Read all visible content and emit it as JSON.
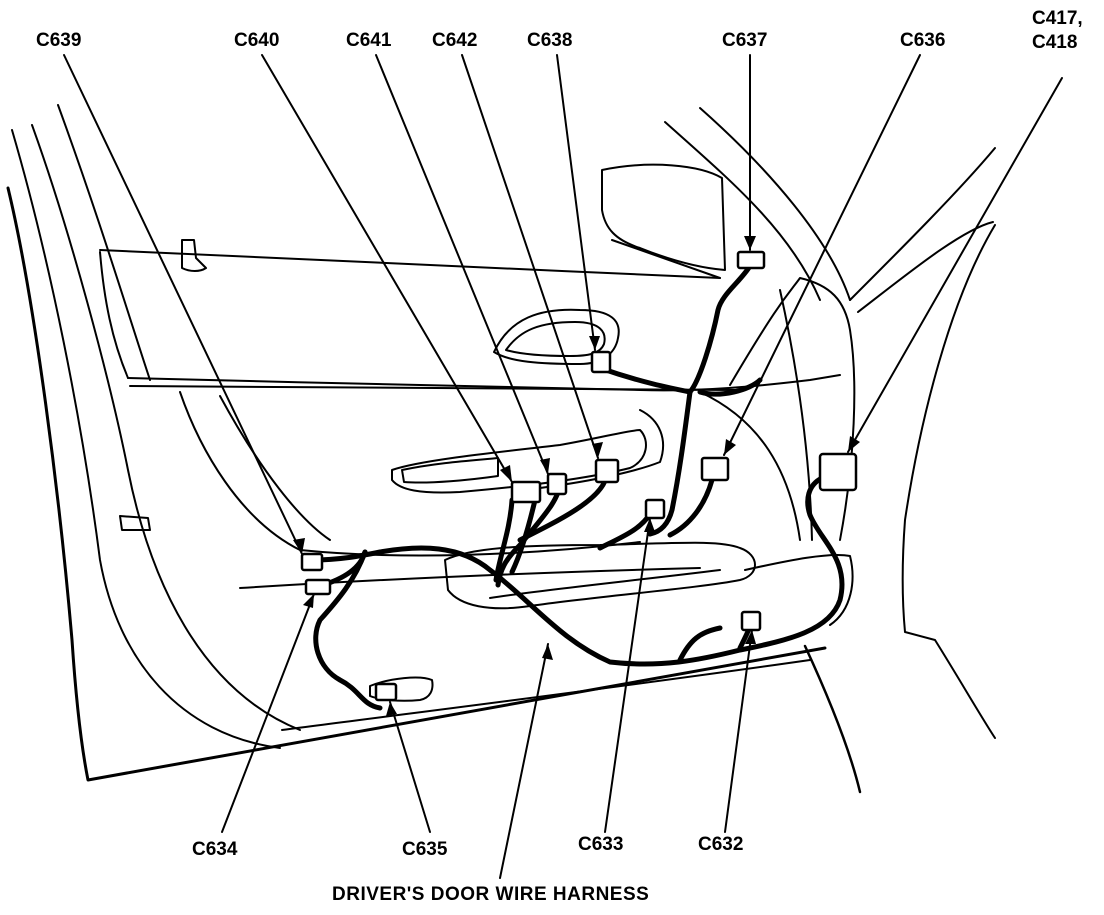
{
  "labels": {
    "c639": "C639",
    "c640": "C640",
    "c641": "C641",
    "c642": "C642",
    "c638": "C638",
    "c637": "C637",
    "c636": "C636",
    "c417_line1": "C417,",
    "c417_line2": "C418",
    "c634": "C634",
    "c635": "C635",
    "c633": "C633",
    "c632": "C632"
  },
  "title": "DRIVER'S DOOR WIRE HARNESS"
}
